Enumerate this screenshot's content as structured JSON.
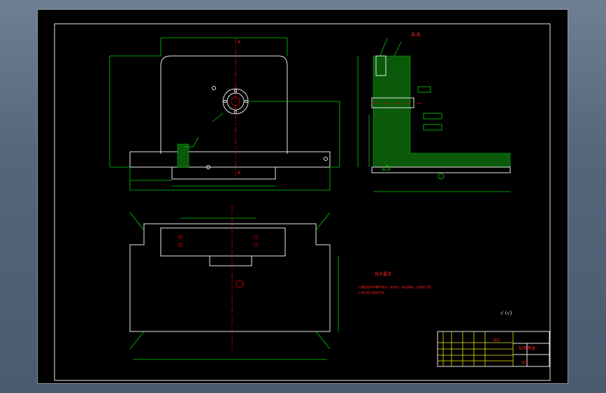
{
  "drawing": {
    "section_label": "A-A",
    "section_marker": "A",
    "tech_title": "技术要求",
    "tech_notes": [
      "1.装配前所有零件清洗，去毛刺，锐边倒钝，去除油污等。",
      "2.未注明公差按IT级。"
    ],
    "roughness_mark": "√ (√)",
    "title_block": {
      "drawing_title": "钻夹具体",
      "part_code": "002",
      "material_code": "001"
    },
    "colors": {
      "paper": "#000000",
      "frame": "#e8e8e8",
      "outline": "#00d000",
      "centerline": "#e00000",
      "annotation": "#ff2020",
      "title_cells": "#e8e800"
    }
  }
}
